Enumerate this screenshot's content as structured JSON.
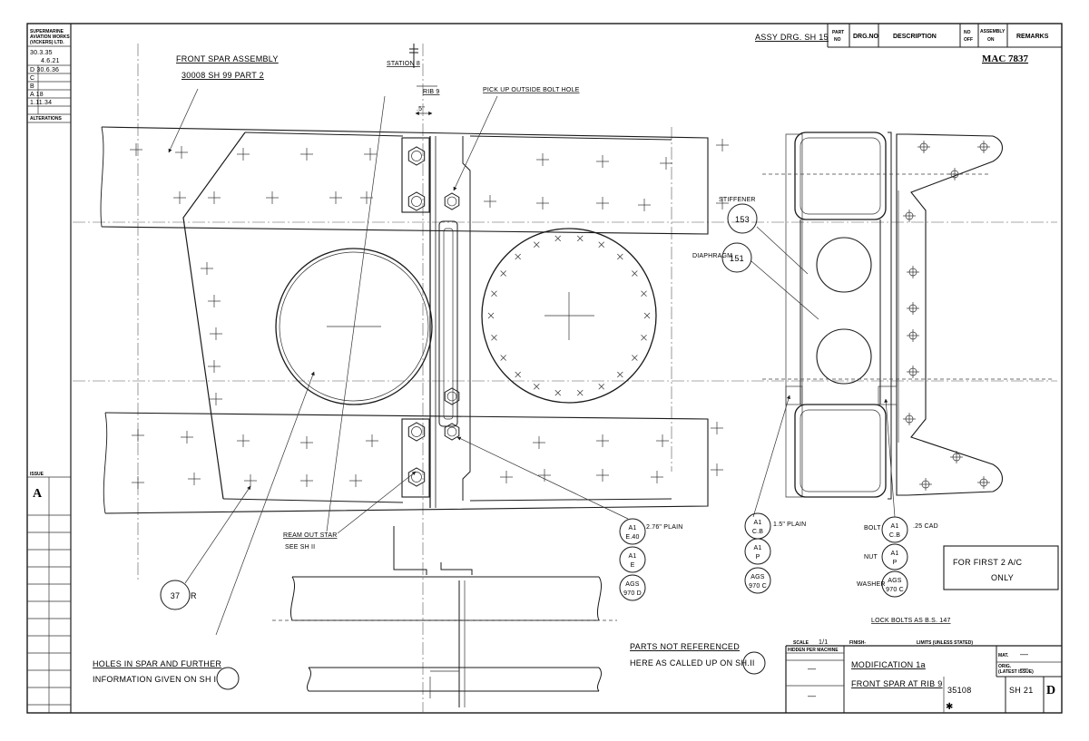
{
  "sidebar": {
    "company": [
      "SUPERMARINE",
      "AVIATION WORKS",
      "(VICKERS) LTD."
    ],
    "date_top": [
      "30.3.35",
      "4.6.21"
    ],
    "rev_rows": [
      "D 30.6.36",
      "C",
      "B",
      "A 18",
      "1.11.34"
    ],
    "alterations": "ALTERATIONS",
    "issue_label": "ISSUE",
    "issue_value": "A"
  },
  "title_block": {
    "assy_ref": "ASSY DRG. SH 15",
    "col_part_no": [
      "PART",
      "NO"
    ],
    "col_drg_no": "DRG.NO",
    "col_description": "DESCRIPTION",
    "col_no_off": [
      "NO",
      "OFF"
    ],
    "col_assembly_on": [
      "ASSEMBLY",
      "ON"
    ],
    "col_remarks": "REMARKS",
    "mac_no": "MAC 7837",
    "scale_label": "SCALE",
    "scale_value": "1/1",
    "finish_label": "FINISH-",
    "limits_label": "LIMITS (UNLESS STATED)",
    "hidden_label": "HIDDEN PER MACHINE",
    "title_line1": "MODIFICATION 1a",
    "title_line2": "FRONT SPAR AT RIB 9",
    "mat_label": "MAT.",
    "orig_label": [
      "ORIG.",
      "(LATEST ISSUE)"
    ],
    "dash_a": "—",
    "dash_b": "—",
    "dash_c": "—",
    "dash_d": "—",
    "drawing_no": "35108",
    "sheet_no": "SH 21",
    "issue_letter": "D"
  },
  "annotations": {
    "front_spar_1": "FRONT SPAR ASSEMBLY",
    "front_spar_2": "30008 SH 99 PART 2",
    "station": "STATION 8",
    "rib": "RIB 9",
    "dim": ".5\"",
    "pick_up": "PICK UP OUTSIDE BOLT HOLE",
    "stiffener": "STIFFENER",
    "diaphragm": "DIAPHRAGM",
    "part_153": "153",
    "part_151": "151",
    "part_37": "37",
    "part_37_suffix": "R",
    "ream_1": "REAM OUT STAR",
    "ream_2": "SEE SH II",
    "holes_1": "HOLES IN SPAR AND FURTHER",
    "holes_2": "INFORMATION GIVEN ON SH I",
    "parts_1": "PARTS NOT REFERENCED",
    "parts_2": "HERE AS CALLED UP ON SH.II",
    "lock": "LOCK BOLTS AS B.S. 147",
    "first_1": "FOR FIRST 2 A/C",
    "first_2": "ONLY",
    "plain_276": "2.76\" PLAIN",
    "plain_15": "1.5\" PLAIN",
    "cad_25": ".25 CAD",
    "bolt": "BOLT",
    "nut": "NUT",
    "washer": "WASHER",
    "c1": [
      "A1",
      "E.40"
    ],
    "c2": [
      "A1",
      "E"
    ],
    "c3": [
      "AGS",
      "970 D"
    ],
    "c4": [
      "A1",
      "C.B"
    ],
    "c5": [
      "A1",
      "P"
    ],
    "c6": [
      "AGS",
      "970 C"
    ],
    "c7": [
      "A1",
      "C.B"
    ],
    "c8": [
      "A1",
      "P"
    ],
    "c9": [
      "AGS",
      "970 C"
    ]
  }
}
